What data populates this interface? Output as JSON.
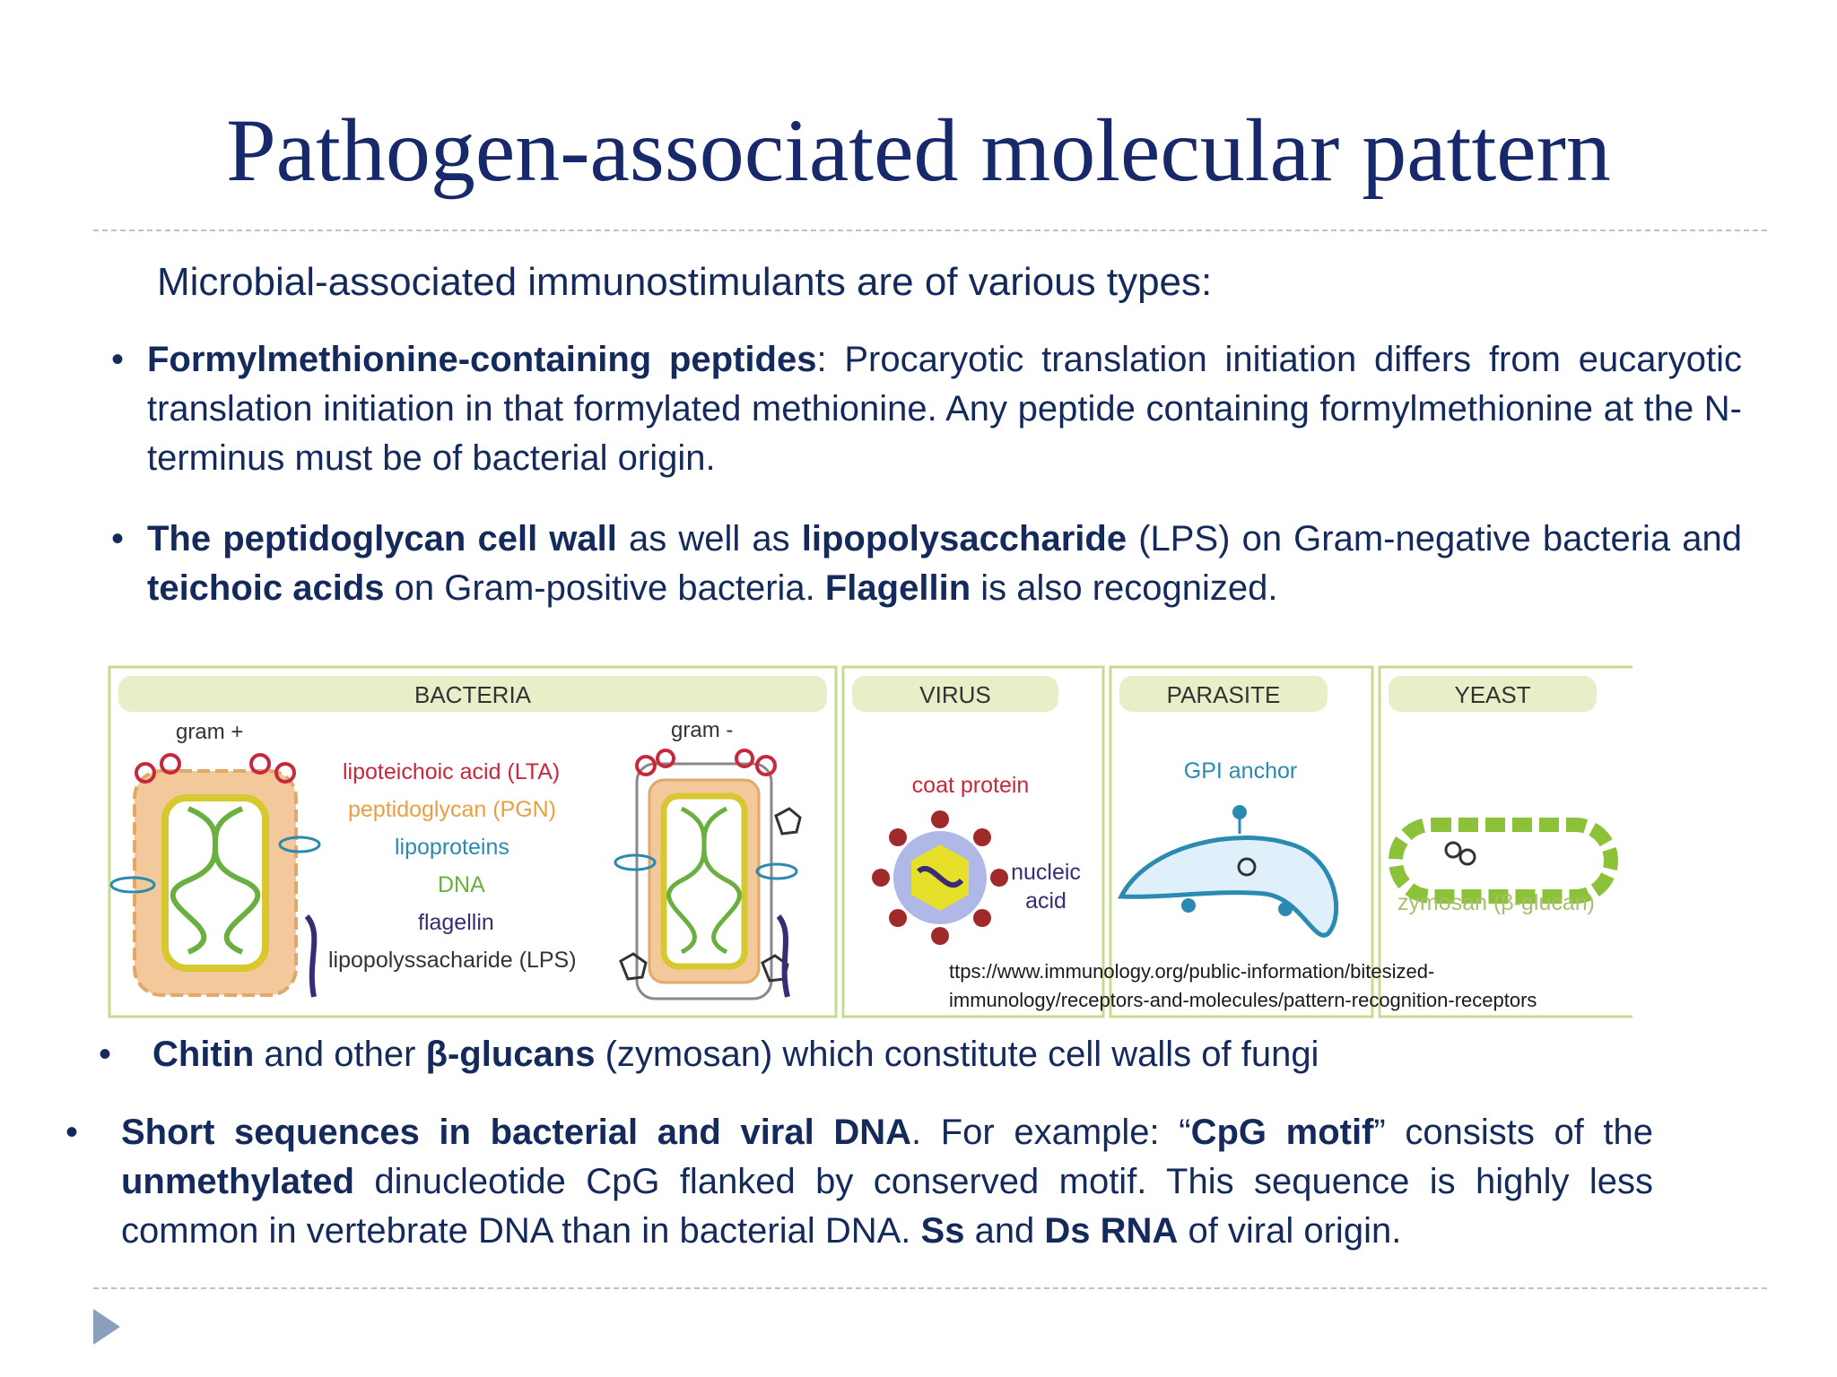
{
  "title": "Pathogen-associated molecular pattern",
  "intro": "Microbial-associated immunostimulants are of various types:",
  "bullet1": {
    "bold": "Formylmethionine-containing peptides",
    "text": ": Procaryotic translation initiation differs from eucaryotic translation initiation in that formylated methionine. Any peptide containing formylmethionine at the N-terminus must be of bacterial origin."
  },
  "bullet2": {
    "bold1": "The peptidoglycan cell wall",
    "t1": " as well as ",
    "bold2": "lipopolysaccharide",
    "t2": " (LPS) on Gram-negative bacteria and ",
    "bold3": "teichoic acids",
    "t3": " on Gram-positive bacteria.  ",
    "bold4": "Flagellin",
    "t4": " is also recognized."
  },
  "figure": {
    "bacteria_header": "BACTERIA",
    "gram_pos": "gram +",
    "gram_neg": "gram -",
    "labels": {
      "lta": "lipoteichoic acid (LTA)",
      "pgn": "peptidoglycan (PGN)",
      "lipoproteins": "lipoproteins",
      "dna": "DNA",
      "flagellin": "flagellin",
      "lps": "lipopolyssacharide (LPS)"
    },
    "virus_header": "VIRUS",
    "coat_protein": "coat protein",
    "nucleic": "nucleic",
    "acid": "acid",
    "parasite_header": "PARASITE",
    "gpi_anchor": "GPI anchor",
    "yeast_header": "YEAST",
    "zymosan": "zymosan (β-glucan)",
    "colors": {
      "lta": "#c8283c",
      "pgn": "#e8a040",
      "lipoproteins": "#2a8ab0",
      "dna": "#6ab040",
      "frame": "#c6dc8c",
      "header": "#e8eec8"
    }
  },
  "citation": {
    "line1": "ttps://www.immunology.org/public-information/bitesized-",
    "line2": "immunology/receptors-and-molecules/pattern-recognition-receptors"
  },
  "bullet3": {
    "bold1": "Chitin",
    "t1": " and other ",
    "bold2": "β-glucans",
    "t2": " (zymosan) which constitute cell walls of fungi"
  },
  "bullet4": {
    "bold1": "Short sequences in bacterial and viral DNA",
    "t1": ". For example:  “",
    "bold2": "CpG motif",
    "t2": "” consists of the ",
    "bold3": "unmethylated",
    "t3": " dinucleotide CpG flanked by conserved motif. This sequence is highly less common in vertebrate DNA than in bacterial DNA.  ",
    "bold4": "Ss",
    "t4": " and ",
    "bold5": "Ds RNA",
    "t5": "  of viral origin."
  },
  "bullet_char": "•",
  "nav_icon": "play-triangle-icon"
}
